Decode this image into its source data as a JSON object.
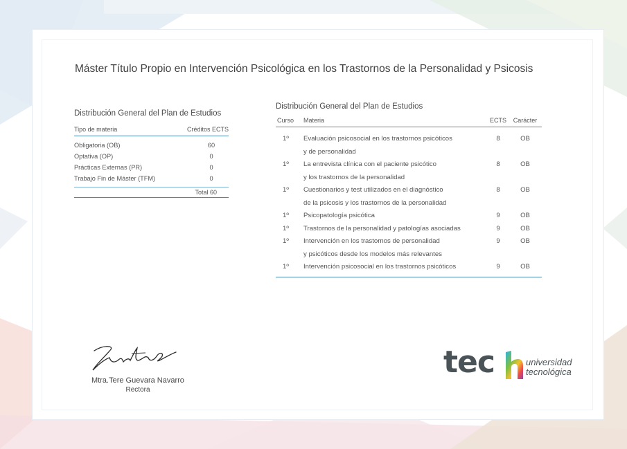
{
  "title": "Máster Título Propio en Intervención Psicológica en los Trastornos de la Personalidad y Psicosis",
  "summary": {
    "caption": "Distribución General del Plan de Estudios",
    "headers": {
      "type": "Tipo de materia",
      "credits": "Créditos ECTS"
    },
    "rows": [
      {
        "type": "Obligatoria (OB)",
        "credits": "60"
      },
      {
        "type": "Optativa (OP)",
        "credits": "0"
      },
      {
        "type": "Prácticas Externas (PR)",
        "credits": "0"
      },
      {
        "type": "Trabajo Fin de Máster (TFM)",
        "credits": "0"
      }
    ],
    "total": "Total 60"
  },
  "courses": {
    "caption": "Distribución General del Plan de Estudios",
    "headers": {
      "curso": "Curso",
      "materia": "Materia",
      "ects": "ECTS",
      "caracter": "Carácter"
    },
    "rows": [
      {
        "curso": "1º",
        "materia": [
          "Evaluación psicosocial en los trastornos psicóticos",
          "y de personalidad"
        ],
        "ects": "8",
        "caracter": "OB"
      },
      {
        "curso": "1º",
        "materia": [
          "La entrevista clínica con el paciente psicótico",
          "y los trastornos de la personalidad"
        ],
        "ects": "8",
        "caracter": "OB"
      },
      {
        "curso": "1º",
        "materia": [
          "Cuestionarios y test utilizados en el diagnóstico",
          "de la psicosis y los trastornos de la personalidad"
        ],
        "ects": "8",
        "caracter": "OB"
      },
      {
        "curso": "1º",
        "materia": [
          "Psicopatología psicótica"
        ],
        "ects": "9",
        "caracter": "OB"
      },
      {
        "curso": "1º",
        "materia": [
          "Trastornos de la personalidad y patologías asociadas"
        ],
        "ects": "9",
        "caracter": "OB"
      },
      {
        "curso": "1º",
        "materia": [
          "Intervención en los trastornos de personalidad",
          "y psicóticos desde los modelos más relevantes"
        ],
        "ects": "9",
        "caracter": "OB"
      },
      {
        "curso": "1º",
        "materia": [
          "Intervención psicosocial en los trastornos psicóticos"
        ],
        "ects": "9",
        "caracter": "OB"
      }
    ]
  },
  "signer": {
    "name": "Mtra.Tere Guevara Navarro",
    "role": "Rectora"
  },
  "logo": {
    "word": "tec",
    "line1": "universidad",
    "line2": "tecnológica"
  },
  "colors": {
    "accent_line": "#4f86b5",
    "logo_text": "#4a5357"
  }
}
